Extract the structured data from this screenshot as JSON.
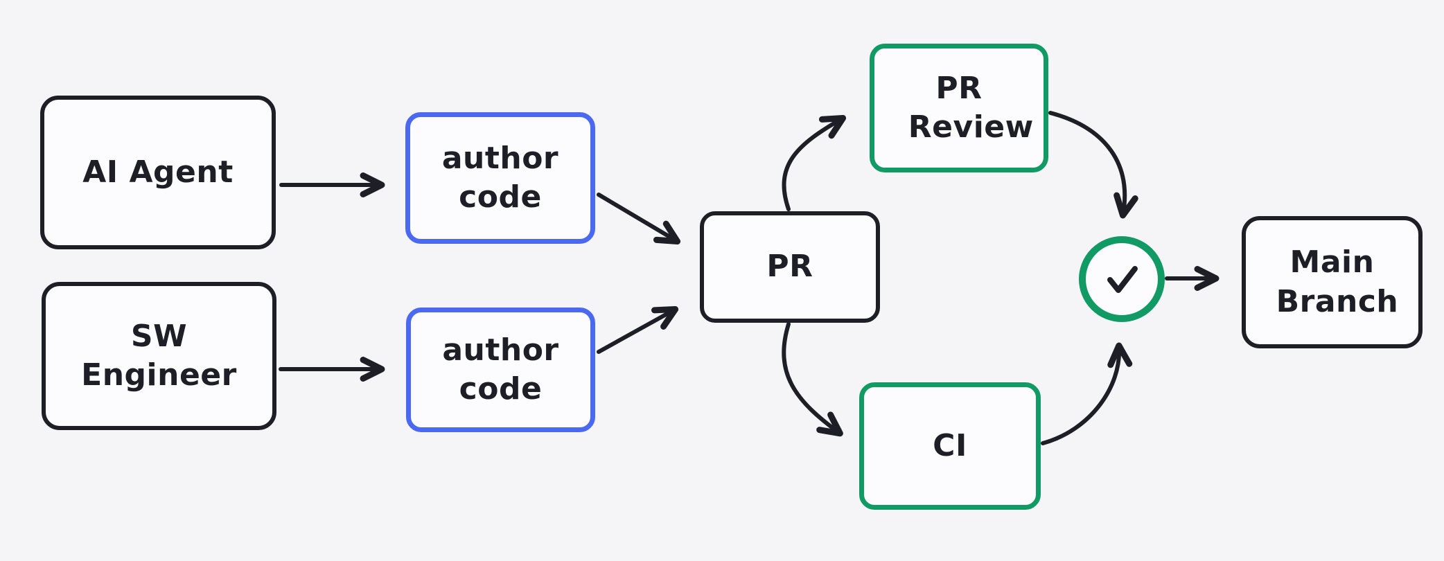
{
  "diagram": {
    "background_color": "#f5f5f8",
    "shape_fill_color": "#fcfcfe",
    "colors": {
      "stroke_dark": "#1e1e26",
      "stroke_blue": "#4a69f0",
      "stroke_green": "#129a64"
    },
    "nodes": {
      "ai_agent": {
        "label": "AI Agent",
        "border": "dark"
      },
      "sw_engineer": {
        "label": "SW Engineer",
        "border": "dark"
      },
      "author_code_top": {
        "label": "author code",
        "border": "blue"
      },
      "author_code_bottom": {
        "label": "author code",
        "border": "blue"
      },
      "pr": {
        "label": "PR",
        "border": "dark"
      },
      "pr_review": {
        "label": "PR Review",
        "border": "green"
      },
      "ci": {
        "label": "CI",
        "border": "green"
      },
      "approval": {
        "icon": "check-icon",
        "symbol": "✓",
        "border": "green"
      },
      "main_branch": {
        "label": "Main Branch",
        "border": "dark"
      }
    },
    "edges": [
      {
        "from": "ai_agent",
        "to": "author_code_top"
      },
      {
        "from": "sw_engineer",
        "to": "author_code_bottom"
      },
      {
        "from": "author_code_top",
        "to": "pr"
      },
      {
        "from": "author_code_bottom",
        "to": "pr"
      },
      {
        "from": "pr",
        "to": "pr_review"
      },
      {
        "from": "pr",
        "to": "ci"
      },
      {
        "from": "pr_review",
        "to": "approval"
      },
      {
        "from": "ci",
        "to": "approval"
      },
      {
        "from": "approval",
        "to": "main_branch"
      }
    ]
  }
}
